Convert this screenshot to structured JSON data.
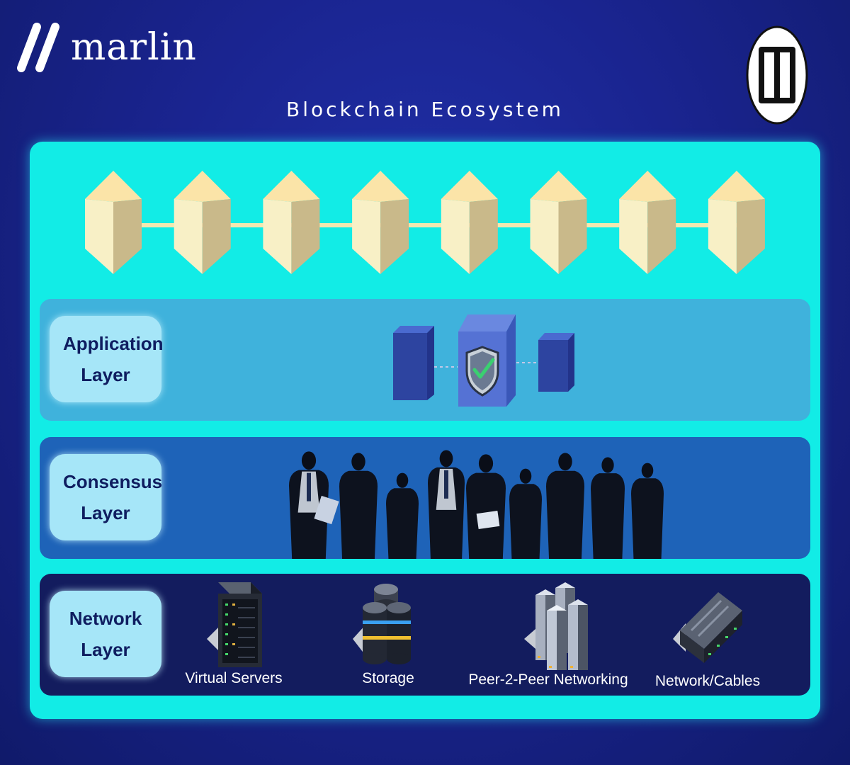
{
  "brand": {
    "name": "marlin"
  },
  "title": "Blockchain Ecosystem",
  "diagram": {
    "chain_block_count": 8,
    "colors": {
      "background": "#1a2490",
      "panel": "#12ece6",
      "application_layer": "#3fb2dc",
      "consensus_layer": "#1e63b8",
      "network_layer": "#131c5e",
      "label_pill": "#a6e6f8",
      "block_face": "#f8f0c6"
    },
    "layers": [
      {
        "id": "application",
        "label": "Application Layer",
        "icon": "shield-check-block-icon"
      },
      {
        "id": "consensus",
        "label": "Consensus Layer",
        "icon": "people-silhouette-group"
      },
      {
        "id": "network",
        "label": "Network Layer",
        "items": [
          {
            "label": "Virtual Servers",
            "icon": "server-rack-icon"
          },
          {
            "label": "Storage",
            "icon": "database-stack-icon"
          },
          {
            "label": "Peer-2-Peer Networking",
            "icon": "server-cluster-icon"
          },
          {
            "label": "Network/Cables",
            "icon": "network-switch-icon"
          }
        ]
      }
    ]
  }
}
